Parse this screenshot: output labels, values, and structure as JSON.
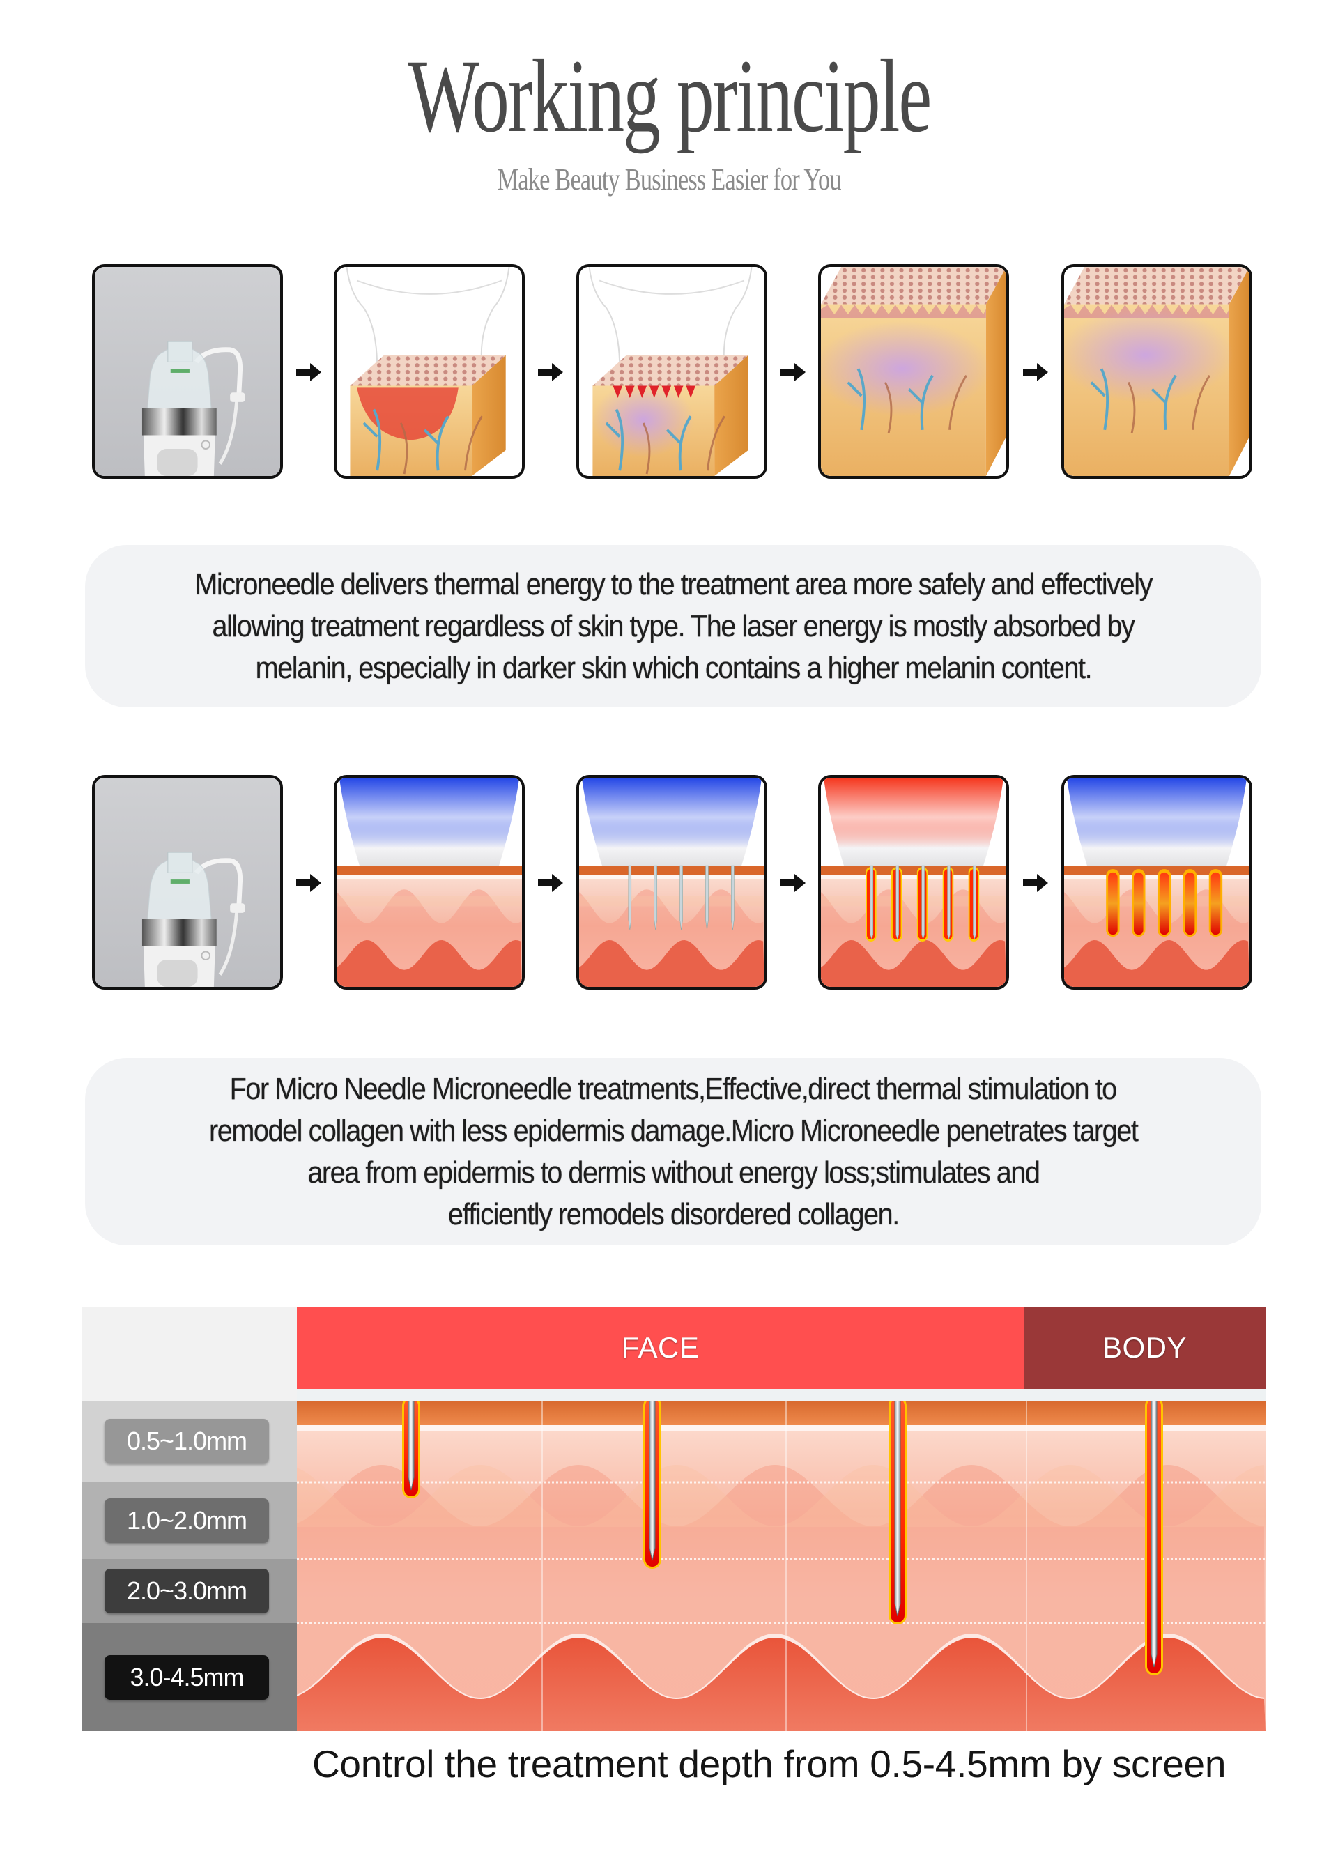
{
  "header": {
    "title": "Working principle",
    "subtitle": "Make Beauty Business Easier for You"
  },
  "section1": {
    "panels": [
      "device-photo",
      "skin-heat-zone",
      "skin-needle-penetration",
      "skin-collagen-remodel",
      "skin-recovered"
    ],
    "description_lines": [
      "Microneedle delivers thermal energy to the treatment area more safely and effectively",
      "allowing treatment regardless of skin type. The laser energy is mostly absorbed by",
      "melanin, especially in darker skin which contains a higher melanin content."
    ]
  },
  "section2": {
    "panels": [
      "device-photo",
      "handpiece-cool",
      "needles-inserted",
      "needles-heating",
      "thermal-columns"
    ],
    "description_lines": [
      "For Micro Needle  Microneedle  treatments,Effective,direct thermal stimulation to",
      "remodel collagen with less epidermis damage.Micro Microneedle penetrates target",
      "area from  epidermis to dermis without energy loss;stimulates and",
      "efficiently remodels disordered collagen."
    ]
  },
  "depth_chart": {
    "face_label": "FACE",
    "body_label": "BODY",
    "depth_labels": [
      "0.5~1.0mm",
      "1.0~2.0mm",
      "2.0~3.0mm",
      "3.0-4.5mm"
    ],
    "needle_depths_mm": [
      1.0,
      2.0,
      3.0,
      4.5
    ],
    "caption": "Control the treatment depth from 0.5-4.5mm by screen"
  },
  "colors": {
    "face": "#ff4f4f",
    "body": "#9a3838",
    "textbox_bg": "#f2f3f5"
  }
}
